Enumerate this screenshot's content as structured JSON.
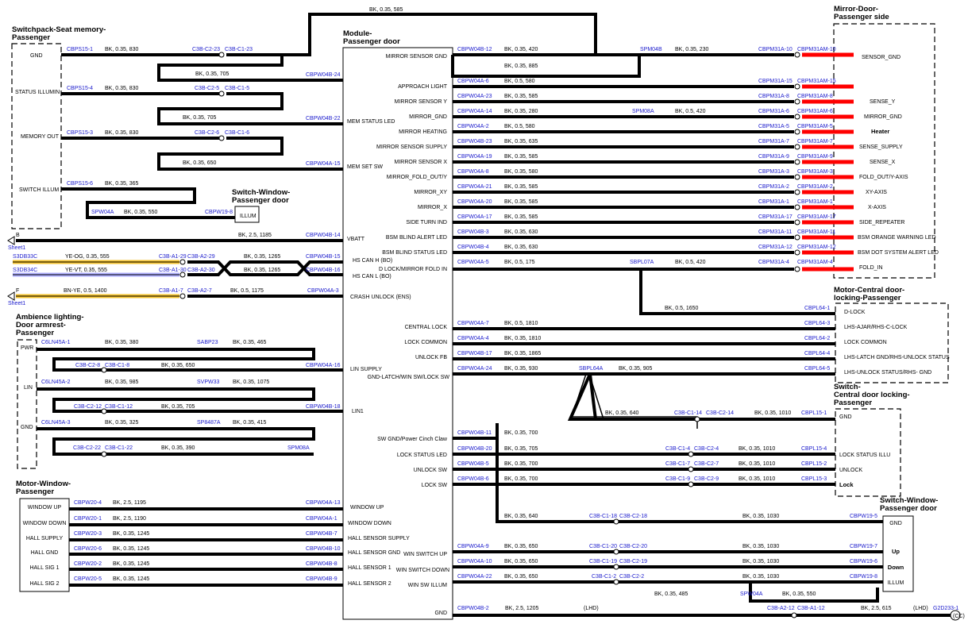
{
  "headings": {
    "switchpack": "Switchpack-Seat memory-\nPassenger",
    "module": "Module-\nPassenger door",
    "mirror": "Mirror-Door-\nPassenger side",
    "switch_window_top": "Switch-Window-\nPassenger door",
    "ambience": "Ambience lighting-\nDoor armrest-\nPassenger",
    "motor_central": "Motor-Central door-\nlocking-Passenger",
    "switch_central": "Switch-\nCentral door locking-\nPassenger",
    "motor_window": "Motor-Window-\nPassenger",
    "switch_window_bottom": "Switch-Window-\nPassenger door"
  },
  "switchpack_pins": [
    "GND",
    "STATUS ILLUMIN",
    "MEMORY OUT",
    "SWITCH ILLUM"
  ],
  "switch_window_top_pin": "ILLUM",
  "module_left_pins": [
    "MEM STATUS LED",
    "MEM SET SW",
    "VBATT",
    "HS CAN H (BO)",
    "HS CAN L (BO)",
    "CRASH UNLOCK (ENS)",
    "LIN SUPPLY",
    "LIN1",
    "WINDOW UP",
    "WINDOW DOWN",
    "HALL SENSOR SUPPLY",
    "HALL SENSOR GND",
    "HALL SENSOR 1",
    "HALL SENSOR 2"
  ],
  "module_right_pins": [
    "MIRROR SENSOR GND",
    "APPROACH LIGHT",
    "MIRROR SENSOR Y",
    "MIRROR_GND",
    "MIRROR HEATING",
    "MIRROR SENSOR SUPPLY",
    "MIRROR SENSOR X",
    "MIRROR_FOLD_OUT/Y",
    "MIRROR_XY",
    "MIRROR_X",
    "SIDE TURN IND",
    "BSM BLIND ALERT LED",
    "BSM BLIND STATUS LED",
    "D LOCK/MIRROR FOLD IN",
    "CENTRAL LOCK",
    "LOCK COMMON",
    "UNLOCK FB",
    "GND-LATCH/WIN SW/LOCK SW",
    "SW GND/Power Cinch Claw",
    "LOCK STATUS LED",
    "UNLOCK SW",
    "LOCK SW",
    "WIN SWITCH UP",
    "WIN SWITCH DOWN",
    "WIN SW ILLUM",
    "GND"
  ],
  "mirror_pins": [
    "SENSOR_GND",
    "SENSE_Y",
    "MIRROR_GND",
    "Heater",
    "SENSE_SUPPLY",
    "SENSE_X",
    "FOLD_OUT/Y-AXIS",
    "XY-AXIS",
    "X-AXIS",
    "SIDE_REPEATER",
    "BSM ORANGE WARNING LED",
    "BSM DOT SYSTEM ALERT LED",
    "FOLD_IN"
  ],
  "ambience_pins": [
    "PWR",
    "LIN",
    "GND"
  ],
  "motor_central_pins": [
    "D-LOCK",
    "LHS-AJAR/RHS-C-LOCK",
    "LOCK COMMON",
    "LHS-LATCH GND/RHS-UNLOCK STATUS",
    "LHS-UNLOCK STATUS/RHS- GND"
  ],
  "switch_central_pins": [
    "GND",
    "LOCK STATUS ILLU",
    "UNLOCK",
    "Lock"
  ],
  "motor_window_pins": [
    "WINDOW UP",
    "WINDOW DOWN",
    "HALL SUPPLY",
    "HALL GND",
    "HALL SIG 1",
    "HALL SIG 2"
  ],
  "switch_window_bottom_pins": [
    "GND",
    "Up",
    "Down",
    "ILLUM"
  ],
  "connectors": {
    "cbps15_1": "CBPS15-1",
    "cbps15_4": "CBPS15-4",
    "cbps15_3": "CBPS15-3",
    "cbps15_6": "CBPS15-6",
    "c3b_c2_23": "C3B-C2-23",
    "c3b_c1_23": "C3B-C1-23",
    "c3b_c2_5": "C3B-C2-5",
    "c3b_c1_5": "C3B-C1-5",
    "c3b_c2_6": "C3B-C2-6",
    "c3b_c1_6": "C3B-C1-6",
    "cbpw04b_24": "CBPW04B-24",
    "cbpw04b_22": "CBPW04B-22",
    "cbpw04a_15": "CBPW04A-15",
    "spw04a": "SPW04A",
    "cbpw19_8": "CBPW19-8",
    "cbpw04b_14": "CBPW04B-14",
    "s3db33c": "S3DB33C",
    "s3db34c": "S3DB34C",
    "c3b_a1_29": "C3B-A1-29",
    "c3b_a2_29": "C3B-A2-29",
    "c3b_a1_30": "C3B-A1-30",
    "c3b_a2_30": "C3B-A2-30",
    "cbpw04b_15": "CBPW04B-15",
    "cbpw04b_16": "CBPW04B-16",
    "c3b_a1_7": "C3B-A1-7",
    "c3b_a2_7": "C3B-A2-7",
    "cbpw04a_3": "CBPW04A-3",
    "sheet1": "Sheet1",
    "b": "B",
    "f": "F",
    "c6ln45a_1": "C6LN45A-1",
    "sabp23": "SABP23",
    "c3b_c2_8": "C3B-C2-8",
    "c3b_c1_8": "C3B-C1-8",
    "cbpw04a_16": "CBPW04A-16",
    "c6ln45a_2": "C6LN45A-2",
    "svpw33": "SVPW33",
    "c3b_c2_12": "C3B-C2-12",
    "c3b_c1_12": "C3B-C1-12",
    "cbpw04b_18": "CBPW04B-18",
    "c6ln45a_3": "C6LN45A-3",
    "sp8487a": "SP8487A",
    "c3b_c2_22": "C3B-C2-22",
    "c3b_c1_22": "C3B-C1-22",
    "spm08a": "SPM08A",
    "cbpw20_4": "CBPW20-4",
    "cbpw20_1": "CBPW20-1",
    "cbpw20_3": "CBPW20-3",
    "cbpw20_6": "CBPW20-6",
    "cbpw20_2": "CBPW20-2",
    "cbpw20_5": "CBPW20-5",
    "cbpw04a_13": "CBPW04A-13",
    "cbpw04a_1": "CBPW04A-1",
    "cbpw04b_7": "CBPW04B-7",
    "cbpw04b_10": "CBPW04B-10",
    "cbpw04b_8": "CBPW04B-8",
    "cbpw04b_9": "CBPW04B-9",
    "cbpw04b_12": "CBPW04B-12",
    "spm04b": "SPM04B",
    "cbpm31a_10": "CBPM31A-10",
    "cbpm31am_10": "CBPM31AM-10",
    "cbpw04a_6": "CBPW04A-6",
    "cbpm31a_15": "CBPM31A-15",
    "cbpm31am_15": "CBPM31AM-15",
    "cbpw04a_23": "CBPW04A-23",
    "cbpm31a_8": "CBPM31A-8",
    "cbpm31am_8": "CBPM31AM-8",
    "cbpw04a_14": "CBPW04A-14",
    "spm08a_r": "SPM08A",
    "cbpm31a_6": "CBPM31A-6",
    "cbpm31am_6": "CBPM31AM-6",
    "cbpw04a_2": "CBPW04A-2",
    "cbpm31a_5": "CBPM31A-5",
    "cbpm31am_5": "CBPM31AM-5",
    "cbpw04b_23": "CBPW04B-23",
    "cbpm31a_7": "CBPM31A-7",
    "cbpm31am_7": "CBPM31AM-7",
    "cbpw04a_19": "CBPW04A-19",
    "cbpm31a_9": "CBPM31A-9",
    "cbpm31am_9": "CBPM31AM-9",
    "cbpw04a_8": "CBPW04A-8",
    "cbpm31a_3": "CBPM31A-3",
    "cbpm31am_3": "CBPM31AM-3",
    "cbpw04a_21": "CBPW04A-21",
    "cbpm31a_2": "CBPM31A-2",
    "cbpm31am_2": "CBPM31AM-2",
    "cbpw04a_20": "CBPW04A-20",
    "cbpm31a_1": "CBPM31A-1",
    "cbpm31am_1": "CBPM31AM-1",
    "cbpw04a_17": "CBPW04A-17",
    "cbpm31a_17": "CBPM31A-17",
    "cbpm31am_17": "CBPM31AM-17",
    "cbpw04b_3": "CBPW04B-3",
    "cbpm31a_11": "CBPM31A-11",
    "cbpm31am_11": "CBPM31AM-11",
    "cbpw04b_4": "CBPW04B-4",
    "cbpm31a_12": "CBPM31A-12",
    "cbpm31am_12": "CBPM31AM-12",
    "cbpw04a_5": "CBPW04A-5",
    "sbpl07a": "SBPL07A",
    "cbpm31a_4": "CBPM31A-4",
    "cbpm31am_4": "CBPM31AM-4",
    "cbpl64_1": "CBPL64-1",
    "cbpw04a_7": "CBPW04A-7",
    "cbpl64_3": "CBPL64-3",
    "cbpw04a_4": "CBPW04A-4",
    "cbpl64_2": "CBPL64-2",
    "cbpw04b_17": "CBPW04B-17",
    "cbpl64_4": "CBPL64-4",
    "cbpw04a_24": "CBPW04A-24",
    "sbpl64a": "SBPL64A",
    "cbpl64_5": "CBPL64-5",
    "c3b_c1_14": "C3B-C1-14",
    "c3b_c2_14": "C3B-C2-14",
    "cbpl15_1": "CBPL15-1",
    "cbpw04b_11": "CBPW04B-11",
    "cbpw04b_20": "CBPW04B-20",
    "c3b_c1_4": "C3B-C1-4",
    "c3b_c2_4": "C3B-C2-4",
    "cbpl15_4": "CBPL15-4",
    "cbpw04b_5": "CBPW04B-5",
    "c3b_c1_7": "C3B-C1-7",
    "c3b_c2_7": "C3B-C2-7",
    "cbpl15_2": "CBPL15-2",
    "cbpw04b_6": "CBPW04B-6",
    "c3b_c1_9": "C3B-C1-9",
    "c3b_c2_9": "C3B-C2-9",
    "cbpl15_3": "CBPL15-3",
    "c3b_c1_18": "C3B-C1-18",
    "c3b_c2_18": "C3B-C2-18",
    "cbpw19_5": "CBPW19-5",
    "cbpw04a_9": "CBPW04A-9",
    "c3b_c1_20": "C3B-C1-20",
    "c3b_c2_20": "C3B-C2-20",
    "cbpw19_7": "CBPW19-7",
    "cbpw04a_10": "CBPW04A-10",
    "c3b_c1_19": "C3B-C1-19",
    "c3b_c2_19": "C3B-C2-19",
    "cbpw19_6": "CBPW19-6",
    "cbpw04a_22": "CBPW04A-22",
    "c3b_c1_2": "C3B-C1-2",
    "c3b_c2_2": "C3B-C2-2",
    "cbpw19_8b": "CBPW19-8",
    "spw04a_b": "SPW04A",
    "cbpw04b_2": "CBPW04B-2",
    "c3b_a2_12": "C3B-A2-12",
    "c3b_a1_12": "C3B-A1-12",
    "g2d233_1": "G2D233-1"
  },
  "wires": {
    "top": "BK, 0.35,  585",
    "w830a": "BK, 0.35,  830",
    "w705a": "BK, 0.35,  705",
    "w830b": "BK, 0.35,  830",
    "w705b": "BK, 0.35,  705",
    "w830c": "BK, 0.35,  830",
    "w650a": "BK, 0.35,  650",
    "w365": "BK, 0.35,  365",
    "w550a": "BK, 0.35,  550",
    "w1185": "BK, 2.5,  1185",
    "w555a": "YE-OG,  0.35,  555",
    "w555b": "YE-VT,  0.35,  555",
    "w1265a": "BK, 0.35,  1265",
    "w1265b": "BK, 0.35,  1265",
    "w1400": "BN-YE,  0.5,  1400",
    "w1175": "BK, 0.5,  1175",
    "w380": "BK, 0.35,  380",
    "w465": "BK, 0.35,  465",
    "w650b": "BK, 0.35,  650",
    "w985": "BK, 0.35,  985",
    "w1075": "BK, 0.35,  1075",
    "w705c": "BK, 0.35,  705",
    "w325": "BK, 0.35,  325",
    "w415": "BK, 0.35,  415",
    "w390": "BK, 0.35,  390",
    "w1195": "BK, 2.5,  1195",
    "w1190": "BK, 2.5,  1190",
    "w1245a": "BK, 0.35,  1245",
    "w1245b": "BK, 0.35,  1245",
    "w1245c": "BK, 0.35,  1245",
    "w1245d": "BK, 0.35,  1245",
    "w420a": "BK, 0.35,  420",
    "w230": "BK, 0.35,  230",
    "w885": "BK, 0.35,  885",
    "w580a": "BK, 0.5,  580",
    "w585a": "BK, 0.35,  585",
    "w280": "BK, 0.35,  280",
    "w420b": "BK, 0.5,  420",
    "w580b": "BK, 0.5,  580",
    "w635": "BK, 0.35,  635",
    "w585b": "BK, 0.35,  585",
    "w580c": "BK, 0.35,  580",
    "w585c": "BK, 0.35,  585",
    "w585d": "BK, 0.35,  585",
    "w585e": "BK, 0.35,  585",
    "w630a": "BK, 0.35,  630",
    "w630b": "BK, 0.35,  630",
    "w175": "BK, 0.5,  175",
    "w420c": "BK, 0.5,  420",
    "w1650": "BK, 0.5,  1650",
    "w1810a": "BK, 0.5,  1810",
    "w1810b": "BK, 0.35,  1810",
    "w1865": "BK, 0.35,  1865",
    "w930": "BK, 0.35,  930",
    "w905": "BK, 0.35,  905",
    "w640a": "BK, 0.35,  640",
    "w1010a": "BK, 0.35,  1010",
    "w700a": "BK, 0.35,  700",
    "w705d": "BK, 0.35,  705",
    "w1010b": "BK, 0.35,  1010",
    "w700b": "BK, 0.35,  700",
    "w1010c": "BK, 0.35,  1010",
    "w700c": "BK, 0.35,  700",
    "w1010d": "BK, 0.35,  1010",
    "w640b": "BK, 0.35,  640",
    "w1030a": "BK, 0.35,  1030",
    "w650c": "BK, 0.35,  650",
    "w1030b": "BK, 0.35,  1030",
    "w650d": "BK, 0.35,  650",
    "w1030c": "BK, 0.35,  1030",
    "w650e": "BK, 0.35,  650",
    "w1030d": "BK, 0.35,  1030",
    "w485": "BK, 0.35,  485",
    "w550b": "BK, 0.35,  550",
    "w1205": "BK, 2.5,  1205",
    "w615": "BK, 2.5,  615",
    "lhd1": "(LHD)",
    "lhd2": "(LHD)",
    "cc": "(CC)"
  },
  "colors": {
    "wire": "#000000",
    "connector_label": "#1a1acc",
    "mirror_lead": "#ff0000",
    "can_h": "#f2c12e",
    "can_l": "#7a7aff",
    "crash": "#f2c12e"
  }
}
